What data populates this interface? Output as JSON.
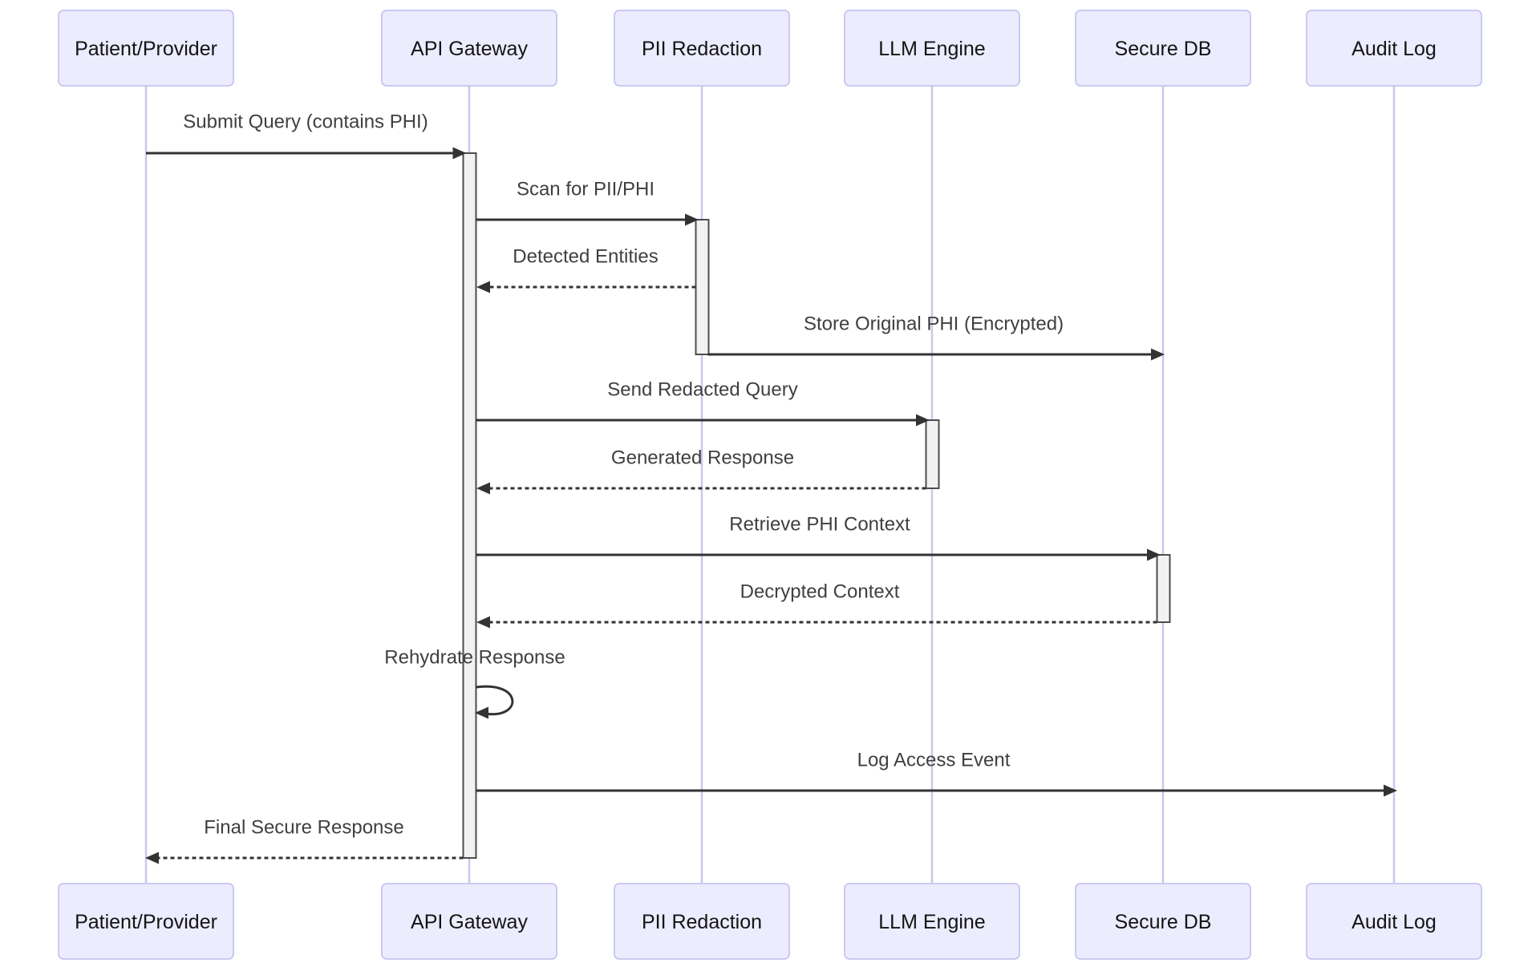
{
  "diagram": {
    "type": "sequence-diagram",
    "actors": [
      {
        "label": "Patient/Provider"
      },
      {
        "label": "API Gateway"
      },
      {
        "label": "PII Redaction"
      },
      {
        "label": "LLM Engine"
      },
      {
        "label": "Secure DB"
      },
      {
        "label": "Audit Log"
      }
    ],
    "messages": [
      {
        "label": "Submit Query (contains PHI)",
        "from": "Patient/Provider",
        "to": "API Gateway",
        "line": "solid"
      },
      {
        "label": "Scan for PII/PHI",
        "from": "API Gateway",
        "to": "PII Redaction",
        "line": "solid"
      },
      {
        "label": "Detected Entities",
        "from": "PII Redaction",
        "to": "API Gateway",
        "line": "dashed"
      },
      {
        "label": "Store Original PHI (Encrypted)",
        "from": "PII Redaction",
        "to": "Secure DB",
        "line": "solid"
      },
      {
        "label": "Send Redacted Query",
        "from": "API Gateway",
        "to": "LLM Engine",
        "line": "solid"
      },
      {
        "label": "Generated Response",
        "from": "LLM Engine",
        "to": "API Gateway",
        "line": "dashed"
      },
      {
        "label": "Retrieve PHI Context",
        "from": "API Gateway",
        "to": "Secure DB",
        "line": "solid"
      },
      {
        "label": "Decrypted Context",
        "from": "Secure DB",
        "to": "API Gateway",
        "line": "dashed"
      },
      {
        "label": "Rehydrate Response",
        "from": "API Gateway",
        "to": "API Gateway",
        "line": "self"
      },
      {
        "label": "Log Access Event",
        "from": "API Gateway",
        "to": "Audit Log",
        "line": "solid"
      },
      {
        "label": "Final Secure Response",
        "from": "API Gateway",
        "to": "Patient/Provider",
        "line": "dashed"
      }
    ],
    "colors": {
      "background": "#FFFFFF",
      "actor_fill": "#ECECFF",
      "actor_border": "#C8C4EE",
      "actor_text": "#141414",
      "lifeline": "#CCC7EE",
      "activation_fill": "#F2F2F2",
      "activation_border": "#4D4D4D",
      "arrow": "#333333",
      "message_text": "#3F3F3F"
    }
  }
}
